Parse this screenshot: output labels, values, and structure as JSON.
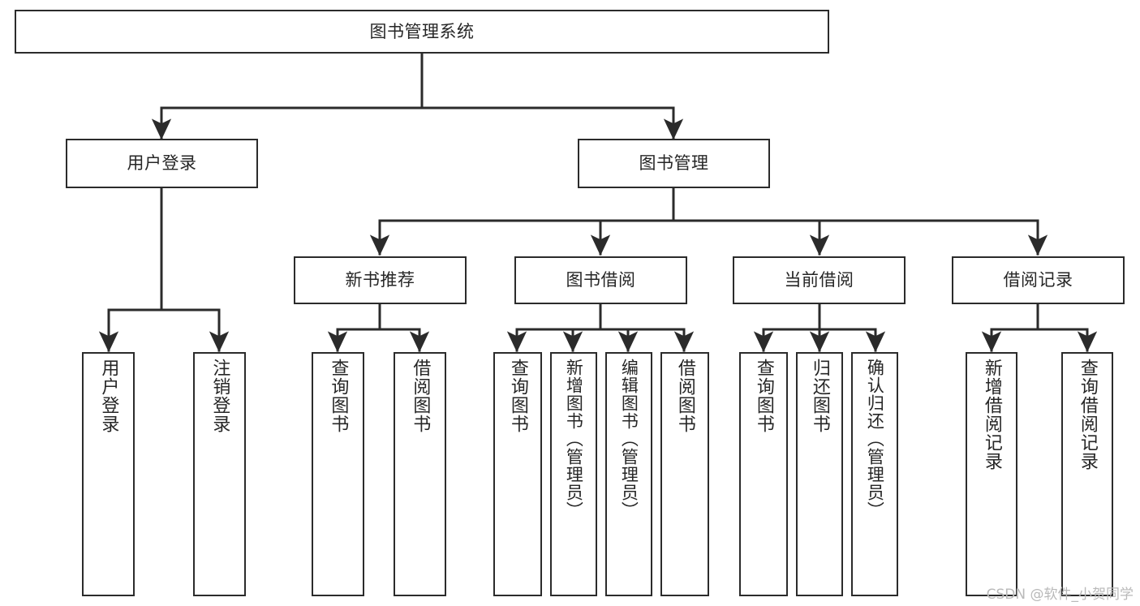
{
  "diagram": {
    "title": "图书管理系统",
    "watermark": "CSDN @软件_小贺同学",
    "edge_color": "#2b2b2b",
    "box_border_color": "#2b2b2b",
    "box_fill_color": "#ffffff",
    "text_color": "#262626",
    "root": {
      "label": "图书管理系统"
    },
    "level2": [
      {
        "label": "用户登录"
      },
      {
        "label": "图书管理"
      }
    ],
    "level3": [
      {
        "label": "新书推荐"
      },
      {
        "label": "图书借阅"
      },
      {
        "label": "当前借阅"
      },
      {
        "label": "借阅记录"
      }
    ],
    "leaves": {
      "user_login": [
        {
          "label": "用户登录"
        },
        {
          "label": "注销登录"
        }
      ],
      "new_book": [
        {
          "label": "查询图书"
        },
        {
          "label": "借阅图书"
        }
      ],
      "book_borrow": [
        {
          "label": "查询图书"
        },
        {
          "label": "新增图书（管理员）"
        },
        {
          "label": "编辑图书（管理员）"
        },
        {
          "label": "借阅图书"
        }
      ],
      "current_borrow": [
        {
          "label": "查询图书"
        },
        {
          "label": "归还图书"
        },
        {
          "label": "确认归还（管理员）"
        }
      ],
      "borrow_record": [
        {
          "label": "新增借阅记录"
        },
        {
          "label": "查询借阅记录"
        }
      ]
    }
  }
}
